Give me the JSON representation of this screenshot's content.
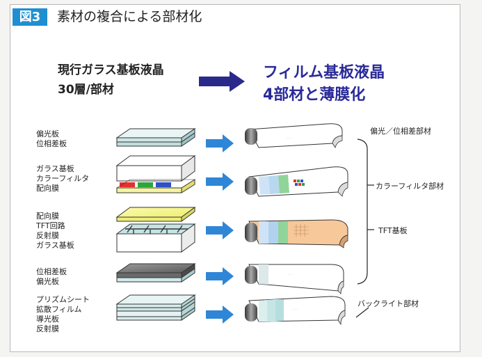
{
  "figure": {
    "number_label": "図3",
    "title": "素材の複合による部材化"
  },
  "comparison": {
    "before_line1": "現行ガラス基板液晶",
    "before_line2": "30層/部材",
    "after_line1": "フィルム基板液晶",
    "after_line2": "4部材と薄膜化"
  },
  "layer_groups": [
    {
      "lines": [
        "偏光板",
        "位相差板"
      ]
    },
    {
      "lines": [
        "ガラス基板",
        "カラーフィルタ",
        "配向膜"
      ]
    },
    {
      "lines": [
        "配向膜",
        "TFT回路",
        "反射膜",
        "ガラス基板"
      ]
    },
    {
      "lines": [
        "位相差板",
        "偏光板"
      ]
    },
    {
      "lines": [
        "プリズムシート",
        "拡散フィルム",
        "導光板",
        "反射膜"
      ]
    }
  ],
  "component_labels": {
    "polarizer_component": "偏光／位相差部材",
    "color_filter_component": "カラーフィルタ部材",
    "tft_substrate": "TFT基板",
    "backlight_component": "バックライト部材"
  },
  "colors": {
    "badge_blue": "#1f8fd1",
    "arrow_blue": "#2f86d6",
    "navy_arrow": "#2a2a8a",
    "headline_navy": "#2a2a9a"
  }
}
